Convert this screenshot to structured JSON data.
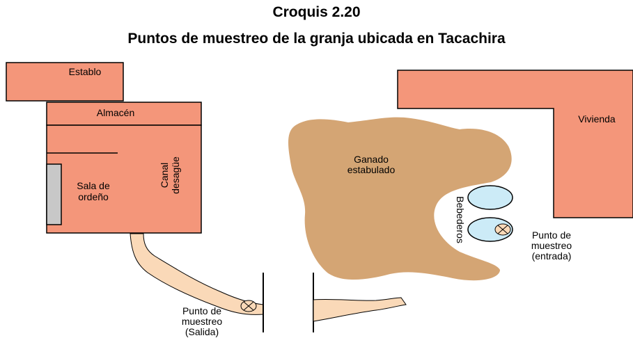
{
  "figure": {
    "caption": "Croquis 2.20",
    "title": "Puntos de muestreo de la granja ubicada en Tacachira"
  },
  "buildings": {
    "establo": "Establo",
    "almacen": "Almacén",
    "sala_line1": "Sala de",
    "sala_line2": "ordeño",
    "canal_line1": "Canal",
    "canal_line2": "desagüe",
    "vivienda": "Vivienda"
  },
  "areas": {
    "ganado_line1": "Ganado",
    "ganado_line2": "estabulado",
    "bebederos": "Bebederos"
  },
  "sampling_points": {
    "entrada": {
      "line1": "Punto de",
      "line2": "muestreo",
      "line3": "(entrada)"
    },
    "salida": {
      "line1": "Punto de",
      "line2": "muestreo",
      "line3": "(Salida)"
    }
  },
  "colors": {
    "building": "#F4967A",
    "cattle_area": "#D4A574",
    "water_trough": "#CCEBF7",
    "channel": "#FAD9B8",
    "door": "#C8C8C8"
  }
}
